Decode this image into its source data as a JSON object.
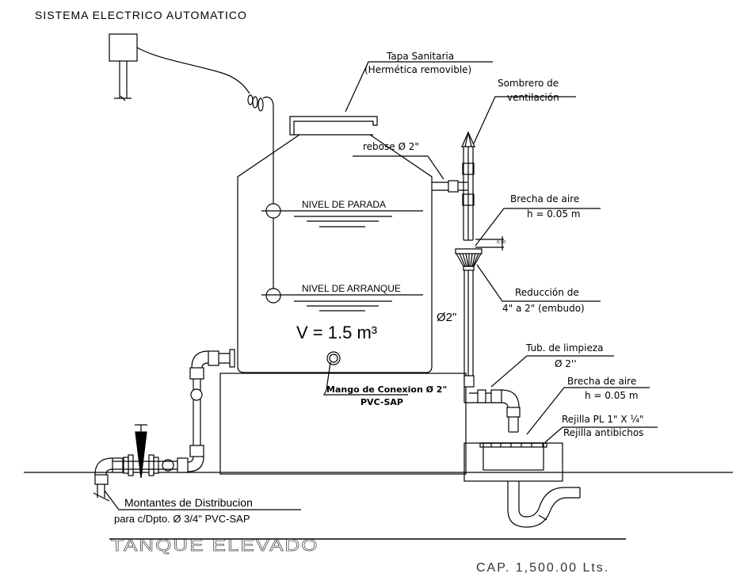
{
  "title_electric": "SISTEMA ELECTRICO AUTOMATICO",
  "labels": {
    "tapa_sanitaria_1": "Tapa Sanitaria",
    "tapa_sanitaria_2": "(Hermética removible)",
    "sombrero_1": "Sombrero de",
    "sombrero_2": "ventilación",
    "rebose": "rebose Ø 2\"",
    "brecha_top_1": "Brecha de aire",
    "brecha_top_2": "h = 0.05 m",
    "dim_010": "0,10",
    "reduccion_1": "Reducción de",
    "reduccion_2": "4\" a 2\" (embudo)",
    "nivel_parada": "NIVEL DE PARADA",
    "nivel_arranque": "NIVEL DE ARRANQUE",
    "volume": "V = 1.5 m³",
    "diam_vertical": "Ø2\"",
    "tub_limpieza_1": "Tub. de limpieza",
    "tub_limpieza_2": "Ø 2''",
    "mango_1": "Mango de Conexion Ø 2\"",
    "mango_2": "PVC-SAP",
    "brecha_bottom_1": "Brecha de aire",
    "brecha_bottom_2": "h = 0.05 m",
    "rejilla_1": "Rejilla PL 1\" X ¼\"",
    "rejilla_2": "Rejilla antibichos",
    "montantes_1": "Montantes de Distribucion",
    "montantes_2": "para c/Dpto. Ø 3/4\" PVC-SAP"
  },
  "main_title": "TANQUE ELEVADO",
  "capacity": "CAP. 1,500.00 Lts.",
  "colors": {
    "ink": "#000000",
    "paper": "#ffffff"
  }
}
